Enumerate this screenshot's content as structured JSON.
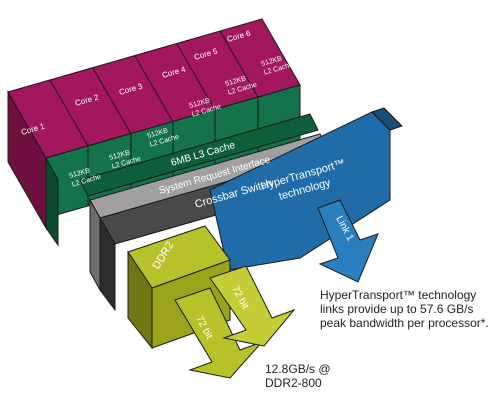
{
  "cores": [
    "Core 1",
    "Core 2",
    "Core 3",
    "Core 4",
    "Core 5",
    "Core 6"
  ],
  "l2_label_top": "512KB",
  "l2_label_bottom": "L2 Cache",
  "l3_label": "6MB L3 Cache",
  "sri_label": "System Request Interface",
  "crossbar_label": "Crossbar Switch",
  "ht_label_1": "HyperTransport™",
  "ht_label_2": "technology",
  "ddr_label": "DDR2",
  "bus_label": "72 bit",
  "link_label": "Link 1",
  "ht_caption": [
    "HyperTransport™ technology",
    "links provide up to 57.6 GB/s",
    "peak bandwidth per processor*."
  ],
  "ddr_caption": [
    "12.8GB/s @",
    "DDR2-800"
  ],
  "colors": {
    "core": "#a3175f",
    "l2": "#14734a",
    "sri": "#8c8c8c",
    "crossbar": "#4a4a4a",
    "ht": "#1f6ca8",
    "ddr": "#a8b21a",
    "arrow_ddr": "#b7c129",
    "arrow_link": "#2a7fbf"
  }
}
